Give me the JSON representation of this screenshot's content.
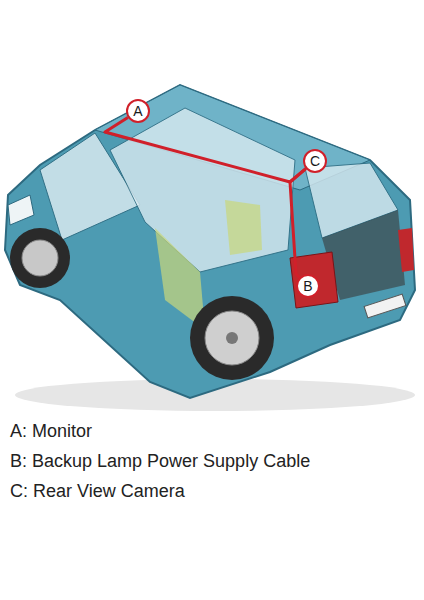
{
  "diagram": {
    "nodes": [
      {
        "text": [
          "A"
        ]
      },
      {
        "text": [
          "C"
        ]
      },
      {
        "text": [
          "B"
        ]
      }
    ],
    "edges": [
      {
        "from": 0,
        "to": 1,
        "arrow": "none"
      },
      {
        "from": 1,
        "to": 2,
        "arrow": "none"
      }
    ],
    "labels": [
      "A: Monitor",
      "B: Backup Lamp Power Supply Cable",
      "C: Rear View Camera"
    ]
  }
}
